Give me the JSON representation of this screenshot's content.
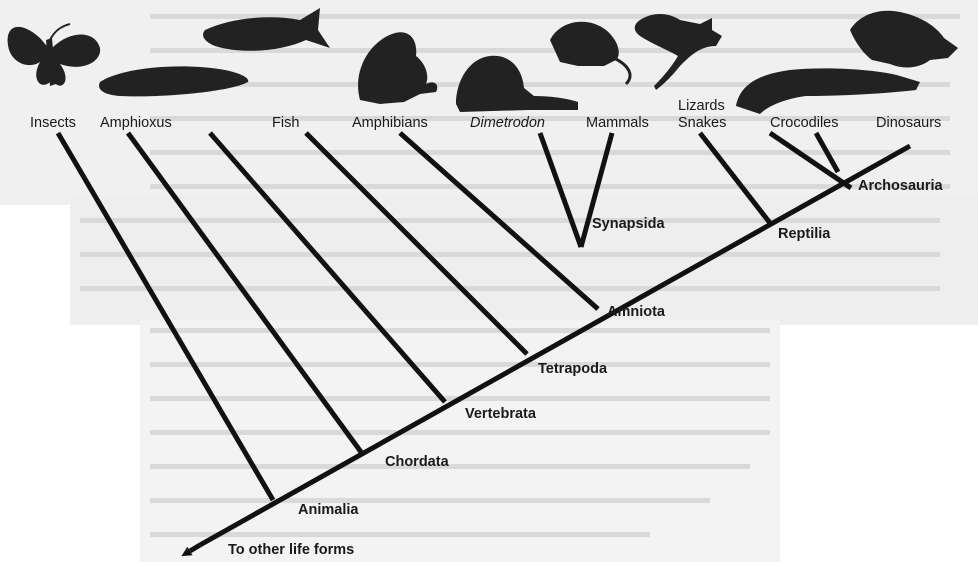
{
  "diagram": {
    "taxa": [
      {
        "label": "Insects",
        "silhouette": "butterfly-silhouette"
      },
      {
        "label": "Amphioxus",
        "silhouette": "amphioxus-silhouette"
      },
      {
        "label": "Fish",
        "silhouette": "fish-silhouette"
      },
      {
        "label": "Amphibians",
        "silhouette": "frog-silhouette"
      },
      {
        "label": "Dimetrodon",
        "silhouette": "dimetrodon-silhouette"
      },
      {
        "label": "Mammals",
        "silhouette": "rodent-silhouette"
      },
      {
        "label_line1": "Lizards",
        "label_line2": "Snakes",
        "silhouette": "lizard-silhouette"
      },
      {
        "label": "Crocodiles",
        "silhouette": "crocodile-silhouette"
      },
      {
        "label": "Dinosaurs",
        "silhouette": "triceratops-silhouette"
      }
    ],
    "clades": {
      "animalia": "Animalia",
      "chordata": "Chordata",
      "vertebrata": "Vertebrata",
      "tetrapoda": "Tetrapoda",
      "amniota": "Amniota",
      "synapsida": "Synapsida",
      "reptilia": "Reptilia",
      "archosauria": "Archosauria"
    },
    "arrow_label": "To other life forms",
    "colors": {
      "ink": "#111111",
      "background": "#ffffff",
      "bleed_through": "#e8e8e8"
    }
  }
}
